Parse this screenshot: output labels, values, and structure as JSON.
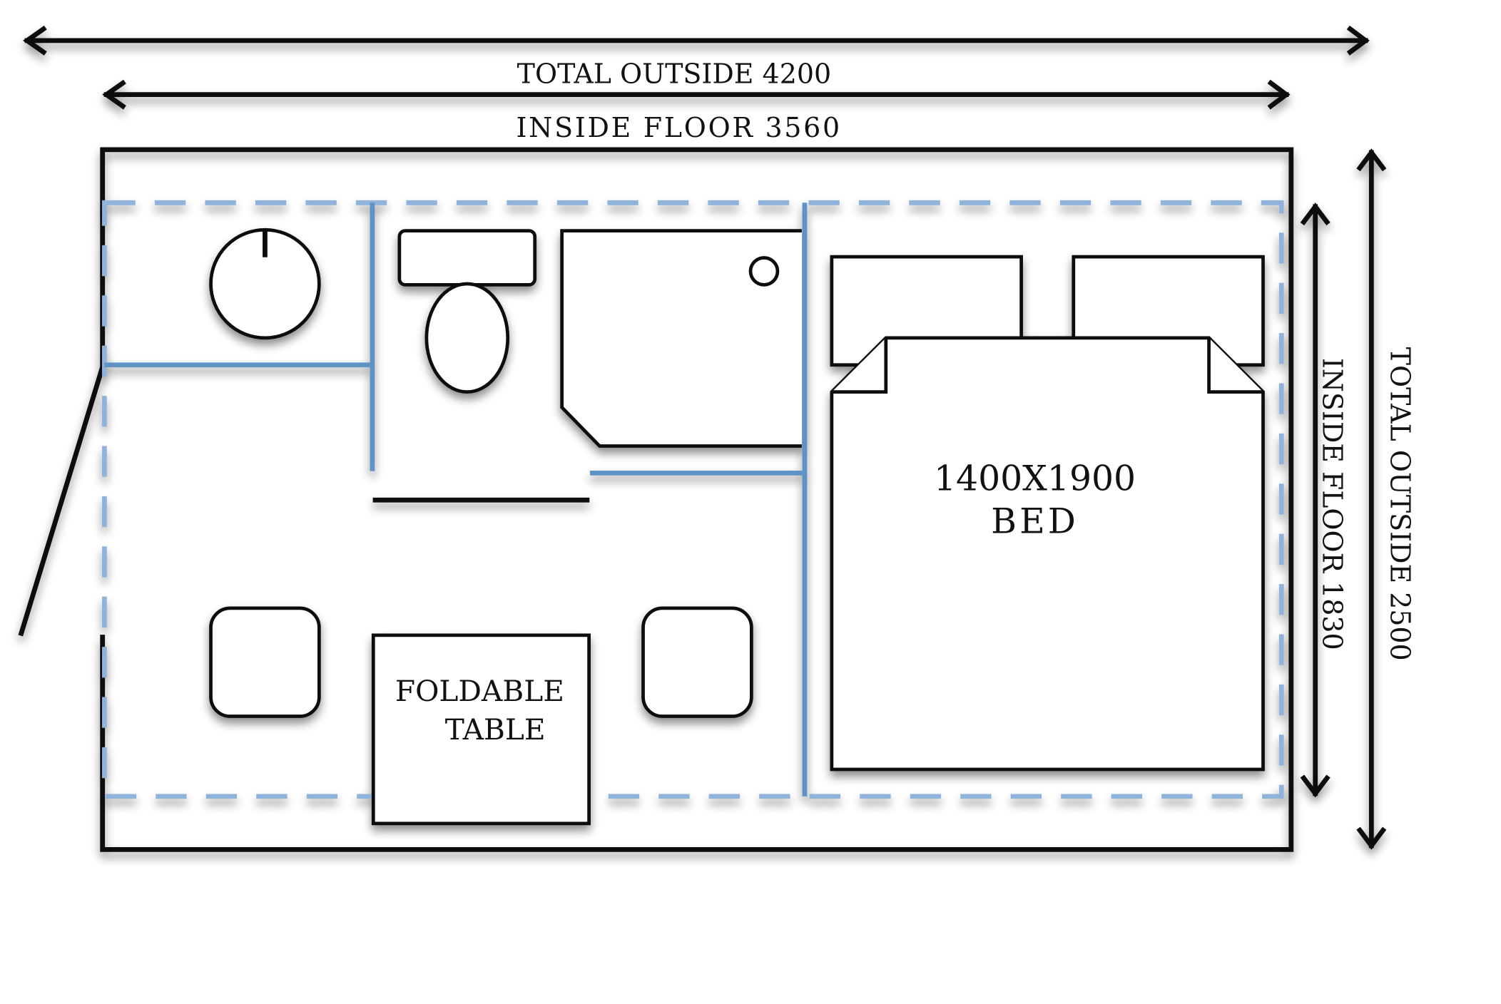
{
  "title": "Floor plan",
  "dimensions": {
    "total_outside_length": "TOTAL OUTSIDE 4200",
    "inside_floor_length": "INSIDE FLOOR 3560",
    "inside_floor_width": "INSIDE FLOOR 1830",
    "total_outside_width": "TOTAL OUTSIDE 2500"
  },
  "furniture": {
    "bed_size": "1400X1900",
    "bed_label": "BED",
    "table_line1": "FOLDABLE",
    "table_line2": "TABLE"
  },
  "colors": {
    "wall": "#111111",
    "partition": "#5f93c6",
    "inner_boundary": "#8fb3da"
  }
}
